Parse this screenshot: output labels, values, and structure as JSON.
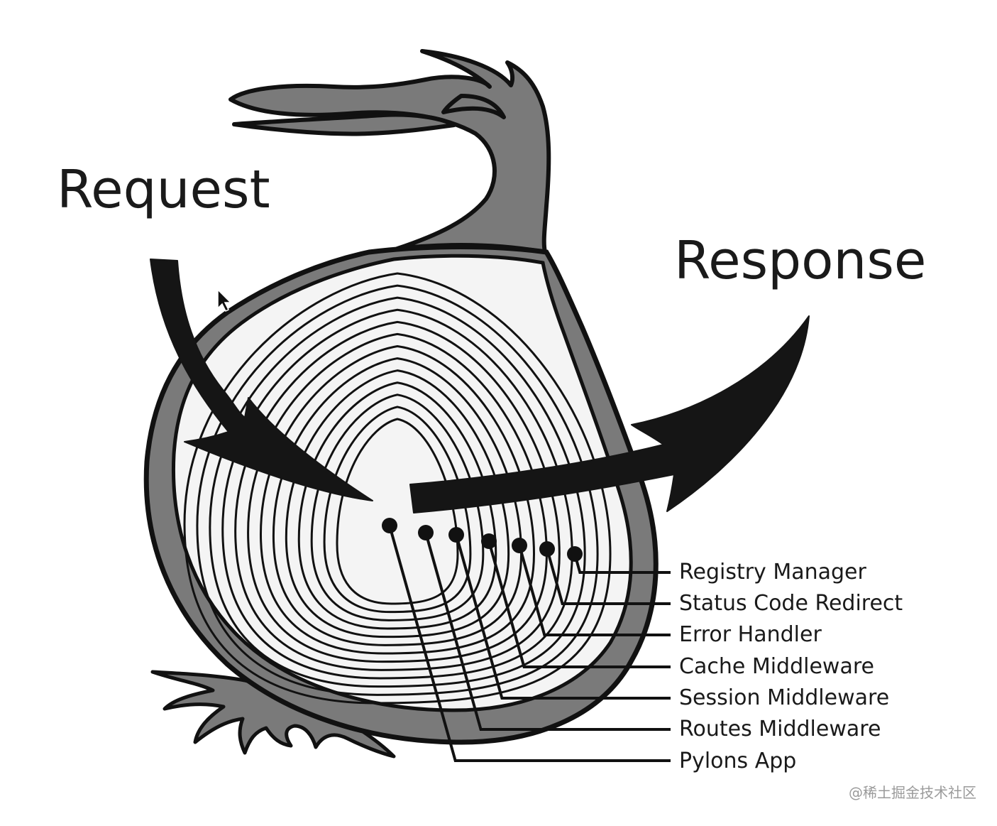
{
  "title_request": "Request",
  "title_response": "Response",
  "layers": [
    "Registry Manager",
    "Status Code Redirect",
    "Error Handler",
    "Cache Middleware",
    "Session Middleware",
    "Routes Middleware",
    "Pylons App"
  ],
  "watermark": "@稀土掘金技术社区",
  "colors": {
    "outline": "#111111",
    "skin": "#7a7a7a",
    "flesh": "#f4f4f4",
    "arrow": "#151515",
    "text": "#1a1a1a",
    "watermark": "#9a9a9a"
  },
  "icons": {
    "cursor": "mouse-cursor-icon"
  }
}
